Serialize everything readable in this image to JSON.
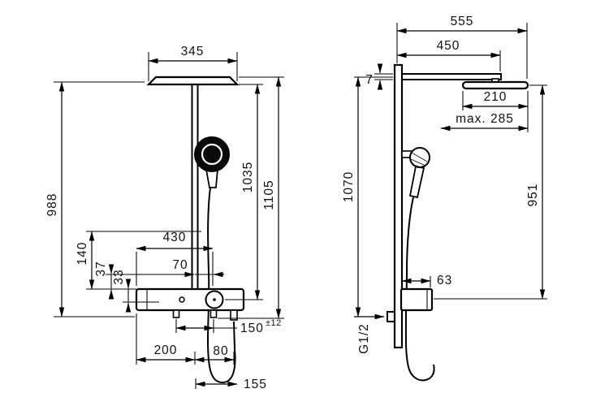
{
  "front": {
    "overhead_width": "345",
    "height_988": "988",
    "height_140": "140",
    "height_37": "37",
    "height_33": "33",
    "width_430": "430",
    "width_70": "70",
    "height_1035": "1035",
    "height_1105": "1105",
    "inlet_spacing_150": "150",
    "inlet_tolerance": "±12",
    "width_200": "200",
    "width_80": "80",
    "hose_155": "155"
  },
  "side": {
    "proj_555": "555",
    "proj_450": "450",
    "thk_7": "7",
    "head_210": "210",
    "reach_max_285": "max. 285",
    "height_1070": "1070",
    "height_951": "951",
    "depth_63": "63",
    "thread_g12": "G1/2"
  }
}
